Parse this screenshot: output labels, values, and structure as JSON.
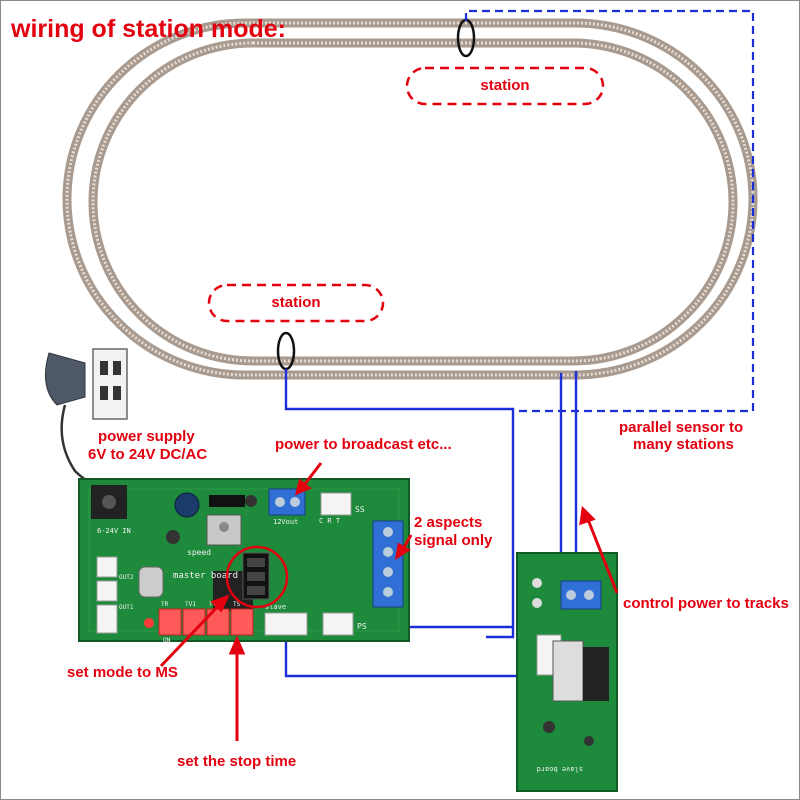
{
  "title": "wiring of station mode:",
  "stations": {
    "top": "station",
    "left": "station"
  },
  "labels": {
    "power_supply_line1": "power supply",
    "power_supply_line2": "6V to 24V DC/AC",
    "power_broadcast": "power to broadcast etc...",
    "two_aspects_line1": "2 aspects",
    "two_aspects_line2": "signal only",
    "parallel_sensor_line1": "parallel sensor to",
    "parallel_sensor_line2": "many stations",
    "control_power": "control power to tracks",
    "set_mode": "set mode to MS",
    "set_stop_time": "set the stop time"
  },
  "master_board": {
    "name": "master board",
    "power_in": "6-24V IN",
    "speed": "speed",
    "out2": "OUT2",
    "out1": "OUT1",
    "out12v": "12Vout",
    "ss": "SS",
    "crt": "C R T",
    "slave": "slave",
    "ps": "PS",
    "dip_on": "ON",
    "dip_labels": [
      "TR",
      "TV1",
      "TV2",
      "TS"
    ]
  },
  "slave_board": {
    "name": "slave board"
  },
  "colors": {
    "red": "#e3000f",
    "wire_blue": "#1a2fd8",
    "pcb_green": "#1e8a3c",
    "terminal_blue": "#2f6fd6",
    "track": "#b8a79a"
  }
}
